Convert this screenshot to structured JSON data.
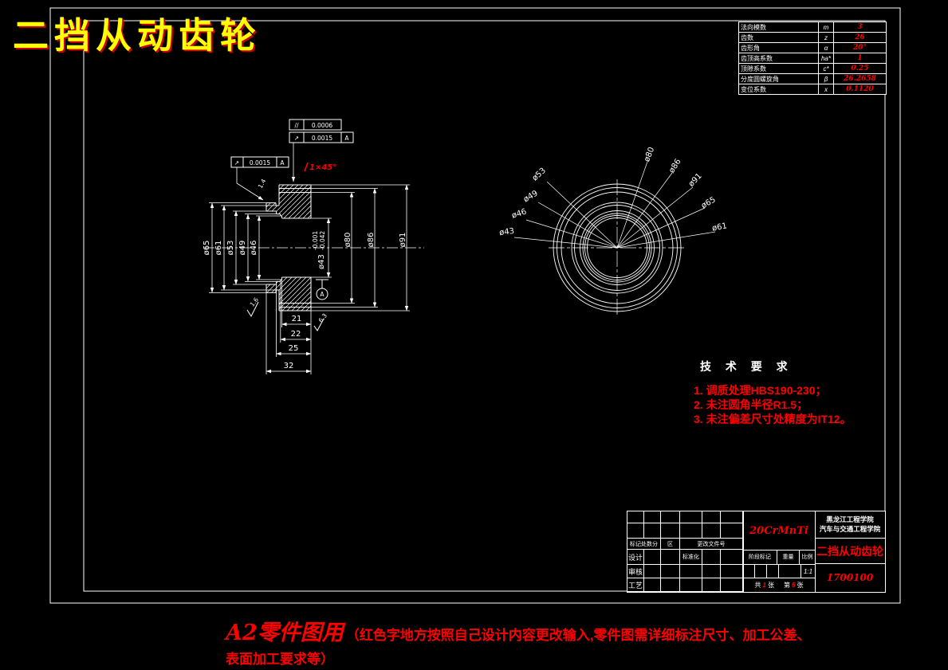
{
  "window": {
    "bg": "#000000",
    "line_color": "#ffffff",
    "accent_red": "#ff0000",
    "title_yellow": "#ffff00"
  },
  "title": {
    "text": "二挡从动齿轮"
  },
  "gear_table": {
    "rows": [
      {
        "label": "法向模数",
        "symbol": "m",
        "value": "3"
      },
      {
        "label": "齿数",
        "symbol": "z",
        "value": "26"
      },
      {
        "label": "齿形角",
        "symbol": "α",
        "value": "20°"
      },
      {
        "label": "齿顶高系数",
        "symbol": "ha*",
        "value": "1"
      },
      {
        "label": "顶隙系数",
        "symbol": "c*",
        "value": "0.25"
      },
      {
        "label": "分度圆螺旋角",
        "symbol": "β",
        "value": "26.2658"
      },
      {
        "label": "变位系数",
        "symbol": "x",
        "value": "0.1120"
      }
    ]
  },
  "section_view": {
    "dims_left": [
      "ø65",
      "ø61",
      "ø53",
      "ø49",
      "ø46"
    ],
    "dims_right": [
      "ø80",
      "ø86",
      "ø91"
    ],
    "bore": {
      "dia": "ø43",
      "tol_upper": "-0.001",
      "tol_lower": "-0.042"
    },
    "dims_width": [
      "21",
      "22",
      "25",
      "32"
    ],
    "chamfer": "1×45°",
    "extra_label": "1.4",
    "datum_label": "A",
    "roughness": [
      "1.6",
      "6.3"
    ],
    "tolerance_frames": [
      {
        "symbol": "//",
        "value": "0.0006",
        "datum": ""
      },
      {
        "symbol": "↗",
        "value": "0.0015",
        "datum": "A"
      },
      {
        "symbol": "↗",
        "value": "0.0015",
        "datum": "A"
      }
    ]
  },
  "circular_view": {
    "labels": [
      "ø53",
      "ø49",
      "ø46",
      "ø43",
      "ø80",
      "ø86",
      "ø91",
      "ø65",
      "ø61"
    ]
  },
  "tech_requirements": {
    "heading": "技 术 要 求",
    "items": [
      "1. 调质处理HBS190-230；",
      "2. 未注圆角半径R1.5；",
      "3. 未注偏差尺寸处精度为IT12。"
    ]
  },
  "title_block": {
    "material": "20CrMnTi",
    "school_line1": "黑龙江工程学院",
    "school_line2": "汽车与交通工程学院",
    "part_name": "二挡从动齿轮",
    "drawing_number": "1700100",
    "scale_value": "1:1",
    "sheet_total": "1",
    "sheet_number": "6",
    "labels": {
      "mark": "标记处数分",
      "zone": "区",
      "change_file": "更改文件号",
      "design": "设计",
      "standardize": "标准化",
      "review": "审核",
      "process": "工艺",
      "stage_mark": "阶段标记",
      "weight": "重量",
      "scale": "比例",
      "total_prefix": "共",
      "total_suffix": "张",
      "sheet_prefix": "第",
      "sheet_suffix": "张"
    }
  },
  "caption": {
    "lead": "A2零件图用",
    "body": "（红色字地方按照自己设计内容更改输入,零件图需详细标注尺寸、加工公差、表面加工要求等）"
  }
}
